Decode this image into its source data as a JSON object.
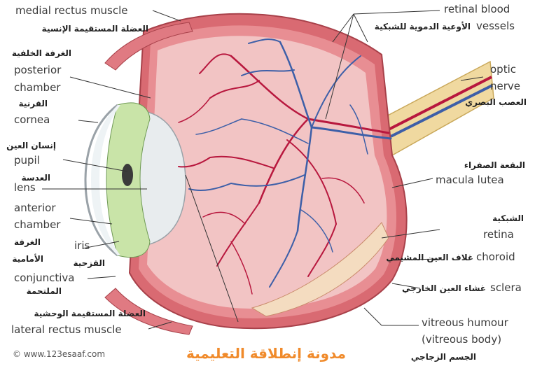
{
  "labels": {
    "medial_rectus_en": "medial rectus muscle",
    "medial_rectus_ar": "العضلة المستقيمة الإنسية",
    "posterior_chamber_ar": "الغرفة الخلفية",
    "posterior_chamber_en_1": "posterior",
    "posterior_chamber_en_2": "chamber",
    "cornea_ar": "القرنية",
    "cornea_en": "cornea",
    "pupil_ar": "إنسان العين",
    "pupil_en": "pupil",
    "lens_ar": "العدسة",
    "lens_en": "lens",
    "anterior_chamber_en_1": "anterior",
    "anterior_chamber_en_2": "chamber",
    "anterior_chamber_ar_1": "الغرفة",
    "anterior_chamber_ar_2": "الأمامية",
    "iris_en": "iris",
    "iris_ar": "القزحية",
    "conjunctiva_en": "conjunctiva",
    "conjunctiva_ar": "الملتحمة",
    "lateral_rectus_ar": "العضلة المستقيمة الوحشية",
    "lateral_rectus_en": "lateral rectus muscle",
    "retinal_vessels_en_1": "retinal blood",
    "retinal_vessels_en_2": "vessels",
    "retinal_vessels_ar": "الأوعية الدموية للشبكية",
    "optic_nerve_en_1": "optic",
    "optic_nerve_en_2": "nerve",
    "optic_nerve_ar": "العصب البصري",
    "macula_ar": "البقعة الصفراء",
    "macula_en": "macula lutea",
    "retina_ar": "الشبكية",
    "retina_en": "retina",
    "choroid_ar": "غلاف العين المشيمي",
    "choroid_en": "choroid",
    "sclera_ar": "غشاء العين الخارجي",
    "sclera_en": "sclera",
    "vitreous_en_1": "vitreous humour",
    "vitreous_en_2": "(vitreous body)",
    "vitreous_ar": "الجسم الزجاجي"
  },
  "watermark": "© www.123esaaf.com",
  "blog_title": "مدونة إنطلاقة التعليمية",
  "colors": {
    "vein": "#3d5fa8",
    "artery": "#b8183e",
    "interior": "#f2c4c4",
    "sclera": "#d96a72",
    "nerve": "#f0d9a0",
    "blog_title": "#f08a2a"
  }
}
